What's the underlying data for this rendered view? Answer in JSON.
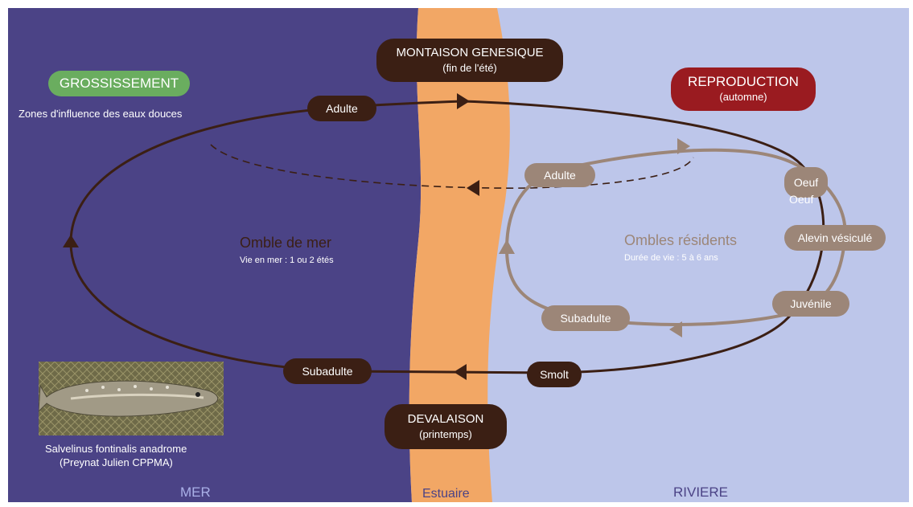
{
  "zones": {
    "sea_label": "MER",
    "estuary_label": "Estuaire",
    "river_label": "RIVIERE"
  },
  "badges": {
    "growth": "GROSSISSEMENT",
    "growth_sub": "Zones d'influence des eaux douces",
    "reproduction": "REPRODUCTION",
    "reproduction_sub": "(automne)",
    "upstream_migration": "MONTAISON GENESIQUE",
    "upstream_migration_sub": "(fin de l'été)",
    "downstream_migration": "DEVALAISON",
    "downstream_migration_sub": "(printemps)"
  },
  "sea_cycle": {
    "title": "Omble de mer",
    "subtitle": "Vie en mer : 1 ou 2 étés",
    "stages": {
      "adult": "Adulte",
      "subadult": "Subadulte",
      "smolt": "Smolt"
    }
  },
  "resident_cycle": {
    "title": "Ombles résidents",
    "subtitle": "Durée de vie : 5 à 6 ans",
    "stages": {
      "adult": "Adulte",
      "egg": "Oeuf",
      "egg_overlay": "Oeuf",
      "sac_fry": "Alevin vésiculé",
      "juvenile": "Juvénile",
      "subadult": "Subadulte"
    }
  },
  "photo": {
    "caption_line1": "Salvelinus fontinalis anadrome",
    "caption_line2": "(Preynat Julien CPPMA)"
  },
  "colors": {
    "sea": "#4b4386",
    "estuary": "#f2a765",
    "river": "#bdc6ea",
    "dark": "#3b1f14",
    "taupe": "#9c8678",
    "green": "#6aad5f",
    "red": "#9a1b20"
  }
}
